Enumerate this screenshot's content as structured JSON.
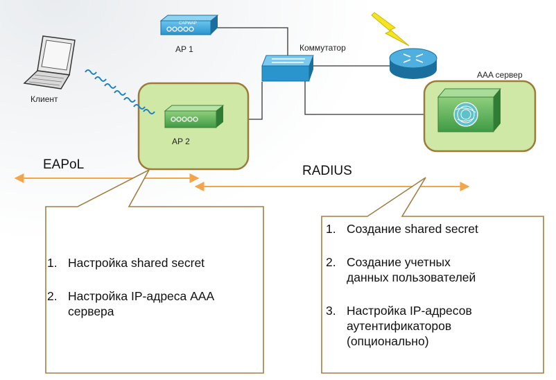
{
  "labels": {
    "client": "Клиент",
    "ap1": "AP 1",
    "ap1_badge": "CAPWAP",
    "ap2": "AP 2",
    "switch": "Коммутатор",
    "aaa_server": "AAA сервер",
    "eapol": "EAPoL",
    "radius": "RADIUS"
  },
  "left_callout": {
    "items": [
      {
        "num": "1.",
        "text": "Настройка shared secret"
      },
      {
        "num": "2.",
        "text": "Настройка IP-адреса AAA сервера"
      }
    ]
  },
  "right_callout": {
    "items": [
      {
        "num": "1.",
        "text": "Создание shared secret"
      },
      {
        "num": "2.",
        "text": "Создание учетных данных пользователей"
      },
      {
        "num": "3.",
        "text": "Настройка IP-адресов аутентификаторов (опционально)"
      }
    ]
  },
  "colors": {
    "highlight_fill": "#cfe8a5",
    "highlight_border": "#9c7a3a",
    "arrow": "#f2a54a",
    "device_blue": "#1e8bc3",
    "device_green": "#5fae5c"
  }
}
